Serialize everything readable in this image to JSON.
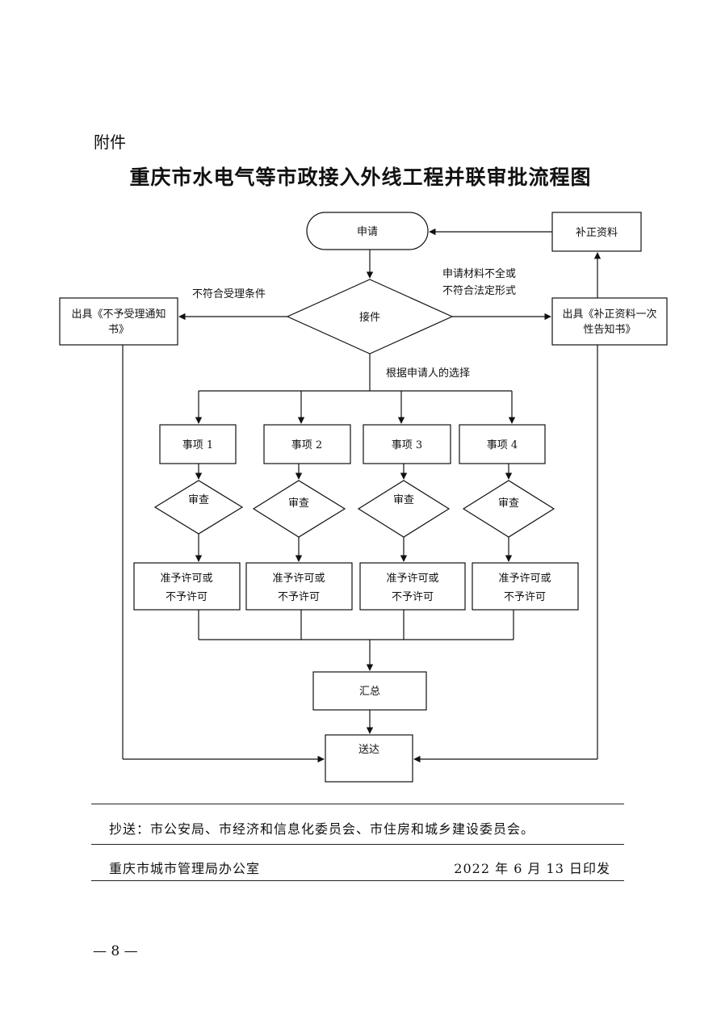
{
  "header": {
    "annex_label": "附件",
    "title": "重庆市水电气等市政接入外线工程并联审批流程图"
  },
  "flowchart": {
    "nodes": {
      "apply": "申请",
      "accept": "接件",
      "supplement": "补正资料",
      "reject_notice": "出具《不予受理通知书》",
      "supplement_notice": "出具《补正资料一次性告知书》",
      "item1": "事项 1",
      "item2": "事项 2",
      "item3": "事项 3",
      "item4": "事项 4",
      "review1": "审查",
      "review2": "审查",
      "review3": "审查",
      "review4": "审查",
      "decision1": "准予许可或不予许可",
      "decision2": "准予许可或不予许可",
      "decision3": "准予许可或不予许可",
      "decision4": "准予许可或不予许可",
      "summary": "汇总",
      "deliver": "送达"
    },
    "edge_labels": {
      "not_eligible": "不符合受理条件",
      "incomplete": "申请材料不全或不符合法定形式",
      "by_choice": "根据申请人的选择"
    }
  },
  "footer": {
    "cc": "抄送：市公安局、市经济和信息化委员会、市住房和城乡建设委员会。",
    "issuer": "重庆市城市管理局办公室",
    "issue_date": "2022 年 6 月 13 日印发",
    "page_number": "— 8 —"
  }
}
